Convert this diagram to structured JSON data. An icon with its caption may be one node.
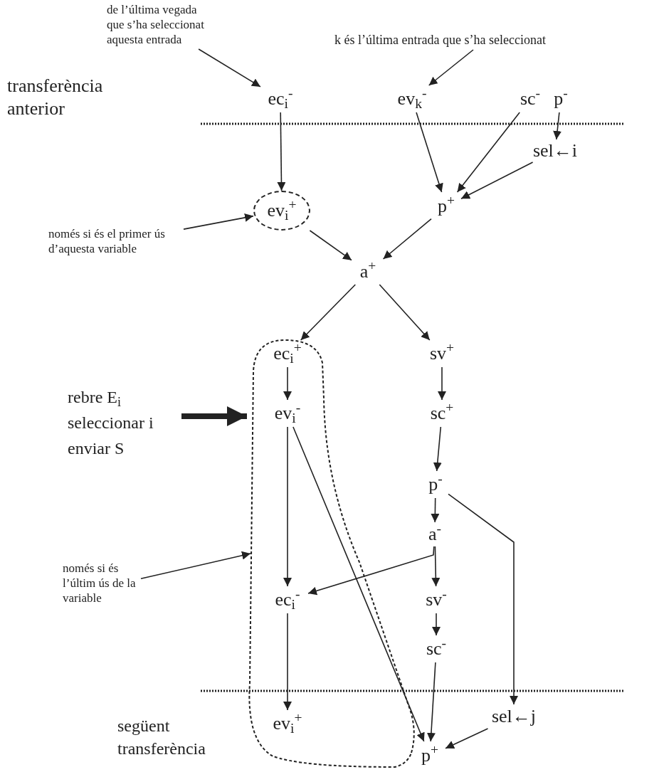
{
  "diagram": {
    "nodes": [
      {
        "text": [
          "de l’última vegada que s’ha seleccionat aquesta entrada"
        ]
      },
      {
        "text": [
          "k és l’última entrada que s’ha seleccionat"
        ]
      },
      {
        "text": [
          "ec$_{i}$$^{-}$"
        ]
      },
      {
        "text": [
          "ev$_{k}$$^{-}$"
        ]
      },
      {
        "text": [
          "sc$^{-}$"
        ]
      },
      {
        "text": [
          "p$^{-}$"
        ]
      },
      {
        "text": [
          "sel←i"
        ]
      },
      {
        "text": [
          "ev$_{i}$$^{+}$"
        ]
      },
      {
        "text": [
          "p$^{+}$"
        ]
      },
      {
        "text": [
          "només si és el primer ús d’aquesta variable"
        ]
      },
      {
        "text": [
          "a$^{+}$"
        ]
      },
      {
        "text": [],
        "shape": "loop"
      },
      {
        "text": [
          "ec$_{i}$$^{+}$"
        ],
        "in": 11
      },
      {
        "text": [
          "sv$^{+}$"
        ]
      },
      {
        "text": [
          "rebre E$_{i}$ seleccionar i enviar S"
        ]
      },
      {
        "text": [
          "ev$_{i}$$^{-}$"
        ],
        "in": 11
      },
      {
        "text": [
          "sc$^{+}$"
        ]
      },
      {
        "text": [
          "p$^{-}$"
        ]
      },
      {
        "text": [
          "a$^{-}$"
        ]
      },
      {
        "text": [
          "només si és l’últim ús de la variable"
        ]
      },
      {
        "text": [
          "ec$_{i}$$^{-}$"
        ],
        "in": 11
      },
      {
        "text": [
          "sv$^{-}$"
        ]
      },
      {
        "text": [
          "sc$^{-}$"
        ]
      },
      {
        "text": [
          "sel←j"
        ]
      },
      {
        "text": [
          "ev$_{i}$$^{+}$"
        ],
        "in": 11
      },
      {
        "text": [
          "p$^{+}$"
        ]
      }
    ],
    "edges": [
      {
        "from": 0,
        "to": 2,
        "arrow": "to"
      },
      {
        "from": 1,
        "to": 3,
        "arrow": "to"
      },
      {
        "from": 2,
        "to": 7,
        "arrow": "to"
      },
      {
        "from": 3,
        "to": 8,
        "arrow": "to"
      },
      {
        "from": 4,
        "to": 8,
        "arrow": "to"
      },
      {
        "from": 5,
        "to": 6,
        "arrow": "to"
      },
      {
        "from": 6,
        "to": 8,
        "arrow": "to"
      },
      {
        "from": 9,
        "to": 7,
        "arrow": "to"
      },
      {
        "from": 7,
        "to": 10,
        "arrow": "to"
      },
      {
        "from": 8,
        "to": 10,
        "arrow": "to"
      },
      {
        "from": 10,
        "to": 12,
        "arrow": "to"
      },
      {
        "from": 10,
        "to": 13,
        "arrow": "to"
      },
      {
        "from": 12,
        "to": 15,
        "arrow": "to"
      },
      {
        "from": 13,
        "to": 16,
        "arrow": "to"
      },
      {
        "from": 14,
        "to": 11,
        "arrow": "to",
        "style": "thick"
      },
      {
        "from": 16,
        "to": 17,
        "arrow": "to"
      },
      {
        "from": 17,
        "to": 18,
        "arrow": "to"
      },
      {
        "from": 17,
        "to": 23,
        "arrow": "to"
      },
      {
        "from": 18,
        "to": 20,
        "arrow": "to"
      },
      {
        "from": 18,
        "to": 21,
        "arrow": "to"
      },
      {
        "from": 15,
        "to": 20,
        "arrow": "to"
      },
      {
        "from": 15,
        "to": 25,
        "arrow": "to"
      },
      {
        "from": 19,
        "to": 11,
        "arrow": "to"
      },
      {
        "from": 21,
        "to": 22,
        "arrow": "to"
      },
      {
        "from": 22,
        "to": 25,
        "arrow": "to"
      },
      {
        "from": 20,
        "to": 24,
        "arrow": "to"
      },
      {
        "from": 23,
        "to": 25,
        "arrow": "to"
      }
    ],
    "labels": [
      "transferència anterior",
      "següent transferència"
    ]
  }
}
